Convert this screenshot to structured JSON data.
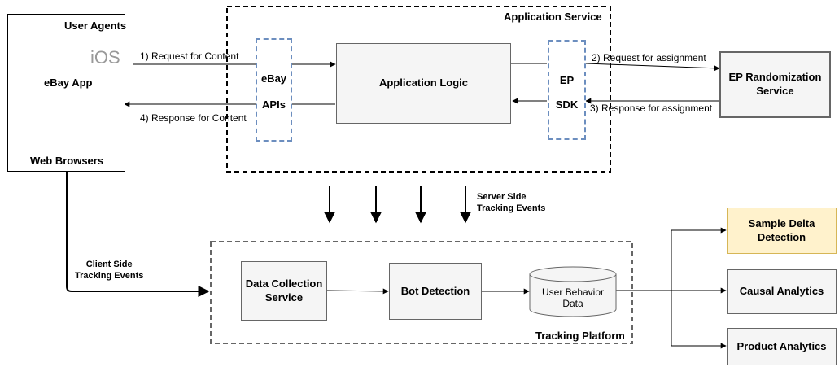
{
  "user_agents": {
    "title": "User Agents",
    "ios_label": "iOS",
    "app_label": "eBay App",
    "browsers_label": "Web Browsers"
  },
  "application_service": {
    "title": "Application Service",
    "ebay_apis": [
      "eBay",
      "APIs"
    ],
    "logic": "Application Logic",
    "ep_sdk": [
      "EP",
      "SDK"
    ]
  },
  "ep_service": "EP Randomization\nService",
  "edges": {
    "e1": "1) Request for Content",
    "e2": "2) Request for assignment",
    "e3": "3) Response for assignment",
    "e4": "4) Response for Content",
    "server_side": "Server Side\nTracking Events",
    "client_side": "Client Side\nTracking Events"
  },
  "tracking_platform": {
    "title": "Tracking Platform",
    "data_collection": "Data Collection\nService",
    "bot_detection": "Bot Detection",
    "user_behavior": "User Behavior\nData"
  },
  "consumers": {
    "sample_delta": "Sample Delta\nDetection",
    "causal": "Causal Analytics",
    "product": "Product Analytics"
  },
  "colors": {
    "sample_delta_fill": "#fff2cc",
    "sample_delta_stroke": "#d6b656",
    "blue_dash": "#6c8ebf",
    "android_green": "#a4c639",
    "ios_gray": "#999999"
  }
}
